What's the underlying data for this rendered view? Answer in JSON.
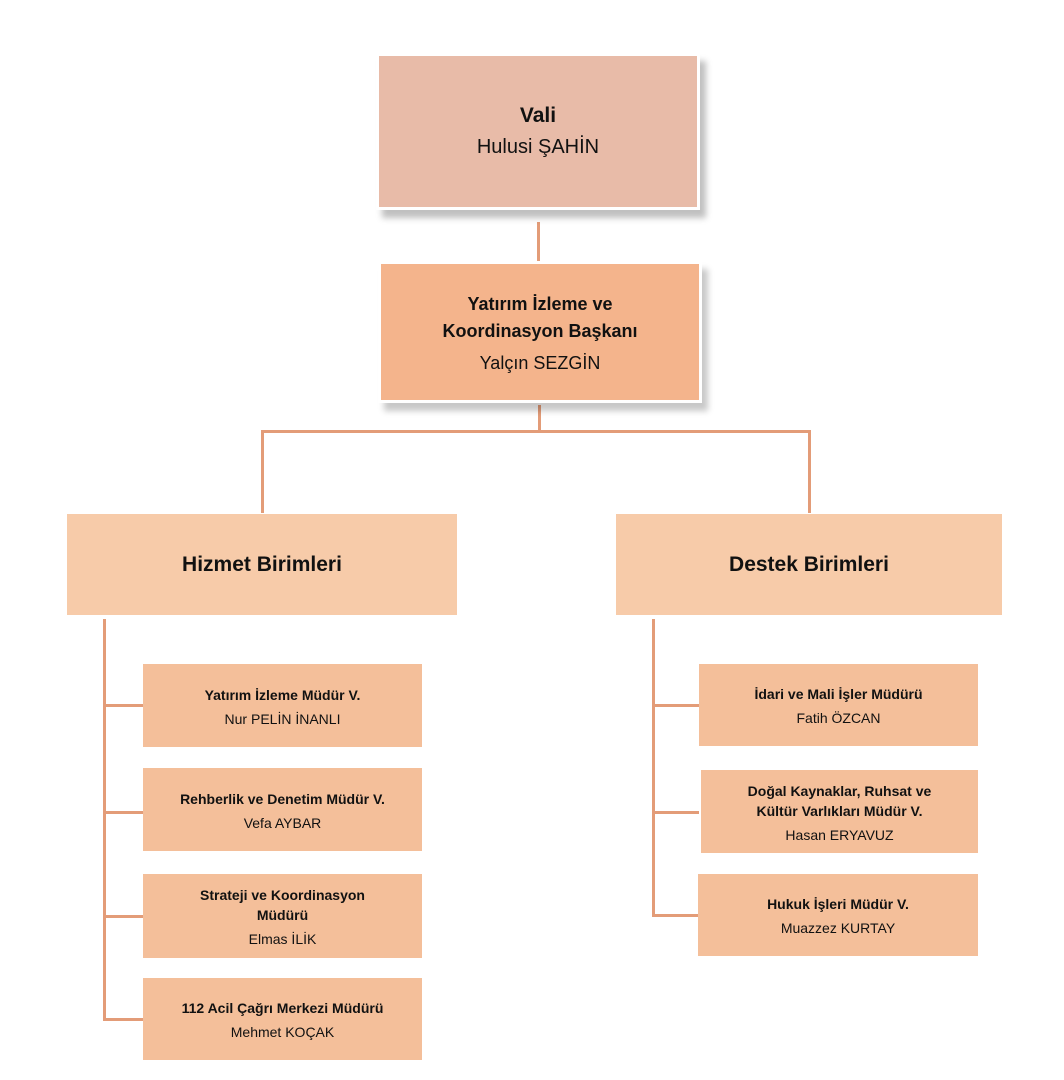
{
  "vali": {
    "title": "Vali",
    "name": "Hulusi ŞAHİN"
  },
  "baskan": {
    "title_line1": "Yatırım İzleme ve",
    "title_line2": "Koordinasyon Başkanı",
    "name": "Yalçın SEZGİN"
  },
  "hizmet": {
    "title": "Hizmet Birimleri",
    "units": [
      {
        "title_line1": "Yatırım İzleme Müdür V.",
        "title_line2": "",
        "name": "Nur PELİN İNANLI"
      },
      {
        "title_line1": "Rehberlik ve Denetim Müdür V.",
        "title_line2": "",
        "name": "Vefa AYBAR"
      },
      {
        "title_line1": "Strateji ve Koordinasyon",
        "title_line2": "Müdürü",
        "name": "Elmas İLİK"
      },
      {
        "title_line1": "112 Acil Çağrı Merkezi Müdürü",
        "title_line2": "",
        "name": "Mehmet KOÇAK"
      }
    ]
  },
  "destek": {
    "title": "Destek Birimleri",
    "units": [
      {
        "title_line1": "İdari ve Mali İşler Müdürü",
        "title_line2": "",
        "name": "Fatih ÖZCAN"
      },
      {
        "title_line1": "Doğal Kaynaklar, Ruhsat ve",
        "title_line2": "Kültür Varlıkları Müdür V.",
        "name": "Hasan ERYAVUZ"
      },
      {
        "title_line1": "Hukuk İşleri Müdür V.",
        "title_line2": "",
        "name": "Muazzez KURTAY"
      }
    ]
  },
  "colors": {
    "connector": "#e39c78",
    "vali_fill": "#e8bba8",
    "baskan_fill": "#f4b48c",
    "group_fill": "#f7cba9",
    "unit_fill": "#f4bf9a"
  }
}
